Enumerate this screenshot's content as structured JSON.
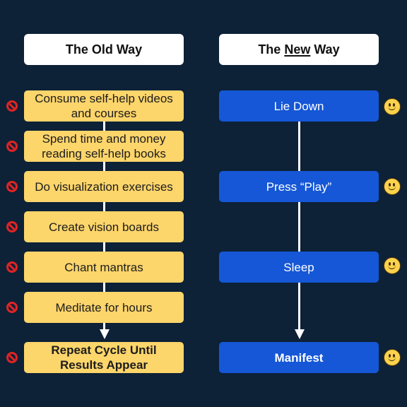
{
  "old_way": {
    "title": "The Old Way",
    "steps": [
      "Consume self-help videos and courses",
      "Spend time and money reading self-help books",
      "Do visualization exercises",
      "Create vision boards",
      "Chant mantras",
      "Meditate for hours",
      "Repeat Cycle Until Results Appear"
    ],
    "icon": "no-entry-icon",
    "box_color": "#fcd56b"
  },
  "new_way": {
    "title_before": "The ",
    "title_emphasis": "New",
    "title_after": " Way",
    "steps": [
      "Lie Down",
      "Press “Play”",
      "Sleep",
      "Manifest"
    ],
    "icon": "smiley-face-icon",
    "box_color": "#1557d6"
  },
  "colors": {
    "background": "#0d2137",
    "ban": "#e02424",
    "connector": "#ffffff"
  }
}
